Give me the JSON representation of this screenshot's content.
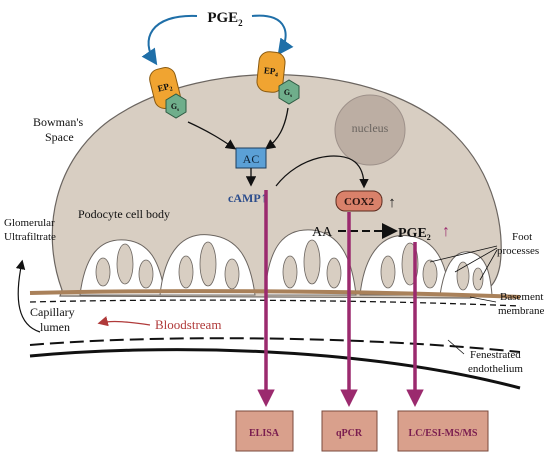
{
  "title": {
    "main": "PGE",
    "sub": "2"
  },
  "receptors": {
    "ep2": {
      "main": "EP",
      "sub": "2",
      "g": "G",
      "gsub": "s"
    },
    "ep4": {
      "main": "EP",
      "sub": "4",
      "g": "G",
      "gsub": "s"
    }
  },
  "labels": {
    "bowman": "Bowman's",
    "bowman2": "Space",
    "nucleus": "nucleus",
    "ac": "AC",
    "camp": "cAMP",
    "cox2": "COX2",
    "aa": "AA",
    "pge2_main": "PGE",
    "pge2_sub": "2",
    "podocyte": "Podocyte cell body",
    "glom1": "Glomerular",
    "glom2": "Ultrafiltrate",
    "foot1": "Foot",
    "foot2": "processes",
    "basement1": "Basement",
    "basement2": "membrane",
    "cap1": "Capillary",
    "cap2": "lumen",
    "bloodstream": "Bloodstream",
    "fen1": "Fenestrated",
    "fen2": "endothelium",
    "up_arrow": "↑"
  },
  "assays": [
    "ELISA",
    "qPCR",
    "LC/ESI-MS/MS"
  ],
  "colors": {
    "cell": "#d8cec2",
    "nucleus": "#bcaea3",
    "receptor": "#f0a431",
    "gprotein": "#6fae8b",
    "ac_box": "#5ba0d6",
    "cox_box": "#d9816a",
    "assay_box": "#d9a08c",
    "magenta": "#9b2a6e",
    "blue_arrow": "#1f6fa8",
    "membrane": "#a9815a",
    "blood_red": "#b03a3a",
    "camp_blue": "#2c4d8c"
  }
}
